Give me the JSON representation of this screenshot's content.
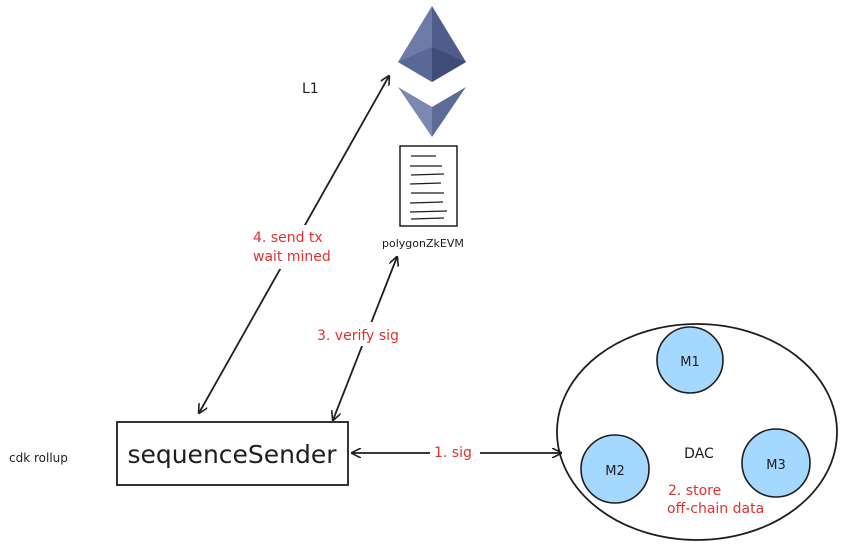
{
  "labels": {
    "l1": "L1",
    "contract": "polygonZkEVM",
    "cdk": "cdk rollup",
    "sender": "sequenceSender",
    "dac": "DAC"
  },
  "members": [
    "M1",
    "M2",
    "M3"
  ],
  "steps": {
    "sig": "1. sig",
    "store_line1": "2. store",
    "store_line2": "off-chain data",
    "verify": "3. verify sig",
    "send_line1": "4. send tx",
    "send_line2": "wait mined"
  },
  "colors": {
    "step_text": "#e03131",
    "member_fill": "#a5d8ff",
    "stroke": "#1e1e1e",
    "eth_dark": "#3c3c3d",
    "eth_light": "#8c8c8c",
    "eth_blue": "#5b6b96"
  }
}
